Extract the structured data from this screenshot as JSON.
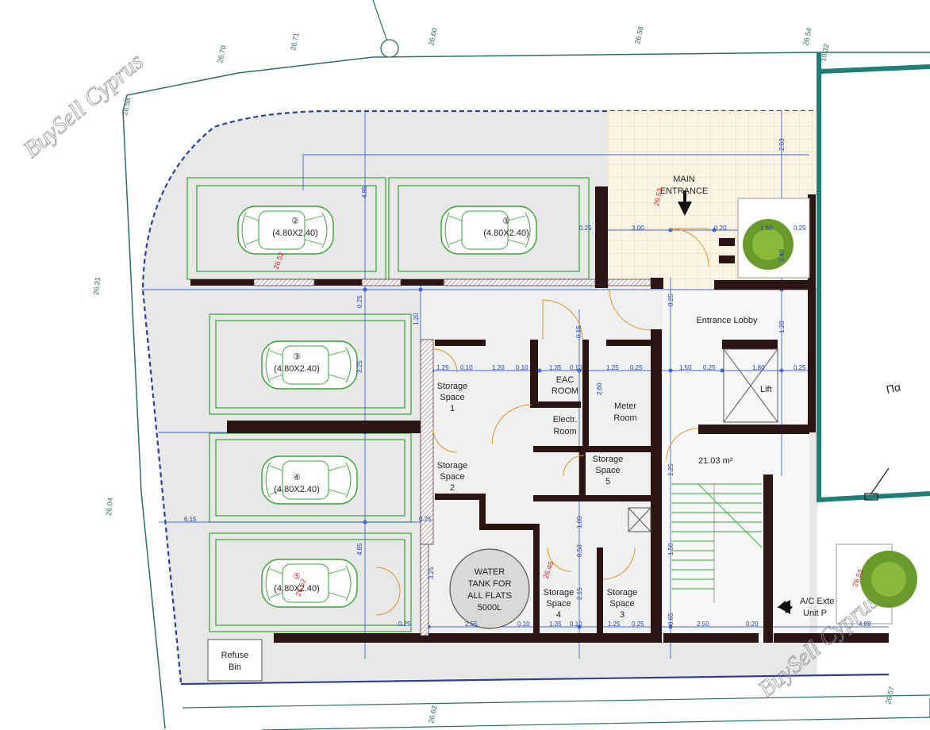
{
  "watermark": "BuySell Cyprus",
  "rooms": {
    "main_entrance_line1": "MAIN",
    "main_entrance_line2": "ENTRANCE",
    "entrance_lobby": "Entrance Lobby",
    "eac_room_line1": "EAC",
    "eac_room_line2": "ROOM",
    "meter_room_line1": "Meter",
    "meter_room_line2": "Room",
    "electr_room_line1": "Electr.",
    "electr_room_line2": "Room",
    "storage_space_1": [
      "Storage",
      "Space",
      "1"
    ],
    "storage_space_2": [
      "Storage",
      "Space",
      "2"
    ],
    "storage_space_3": [
      "Storage",
      "Space",
      "3"
    ],
    "storage_space_4": [
      "Storage",
      "Space",
      "4"
    ],
    "storage_space_5": [
      "Storage",
      "Space",
      "5"
    ],
    "lift": "Lift",
    "area": "21.03 m²",
    "water_tank": [
      "WATER",
      "TANK FOR",
      "ALL FLATS",
      "5000L"
    ],
    "refuse_bin": [
      "Refuse",
      "Bin"
    ],
    "ac_unit": [
      "A/C Exte",
      "Unit P"
    ],
    "street_partial": "Πα"
  },
  "parking": [
    {
      "number": "②",
      "size": "(4.80X2.40)"
    },
    {
      "number": "①",
      "size": "(4.80X2.40)"
    },
    {
      "number": "③",
      "size": "(4.80X2.40)"
    },
    {
      "number": "④",
      "size": "(4.80X2.40)"
    },
    {
      "number": "⑤",
      "size": "(4.80X2.40)"
    }
  ],
  "levels": [
    "26.70",
    "26.71",
    "26.60",
    "26.58",
    "26.54",
    "26.58",
    "26.31",
    "26.04",
    "26.62",
    "26.57",
    "10.32"
  ],
  "red_levels": [
    "26.53",
    "26.52",
    "26.48",
    "26.52",
    "26.53"
  ],
  "dimensions": {
    "top_row": [
      "0.25",
      "3.00",
      "0.20",
      "1.60",
      "0.25"
    ],
    "lobby_row": [
      "1.25",
      "0.10",
      "1.20",
      "0.10",
      "1.35",
      "0.10",
      "1.25",
      "0.25",
      "1.50",
      "0.25",
      "1.80",
      "0.25"
    ],
    "bottom_row": [
      "0.25",
      "2.55",
      "0.10",
      "1.35",
      "0.10",
      "1.25",
      "0.25",
      "2.50",
      "0.20",
      "4.89"
    ],
    "misc": [
      "0.25",
      "1.20",
      "2.03",
      "1.20",
      "0.25",
      "1.25",
      "2.60",
      "0.15",
      "6.15",
      "0.25",
      "3.25",
      "4.85",
      "1.00",
      "2.15",
      "0.65",
      "1.50",
      "0.50",
      "4.85",
      "3.25",
      "2.40"
    ]
  },
  "colors": {
    "wall": "#2a1414",
    "dim_line": "#3a67d9",
    "car": "#35a535",
    "boundary": "#2c6e66",
    "dashed": "#2d3f9a",
    "tile": "#fdf6e6"
  }
}
